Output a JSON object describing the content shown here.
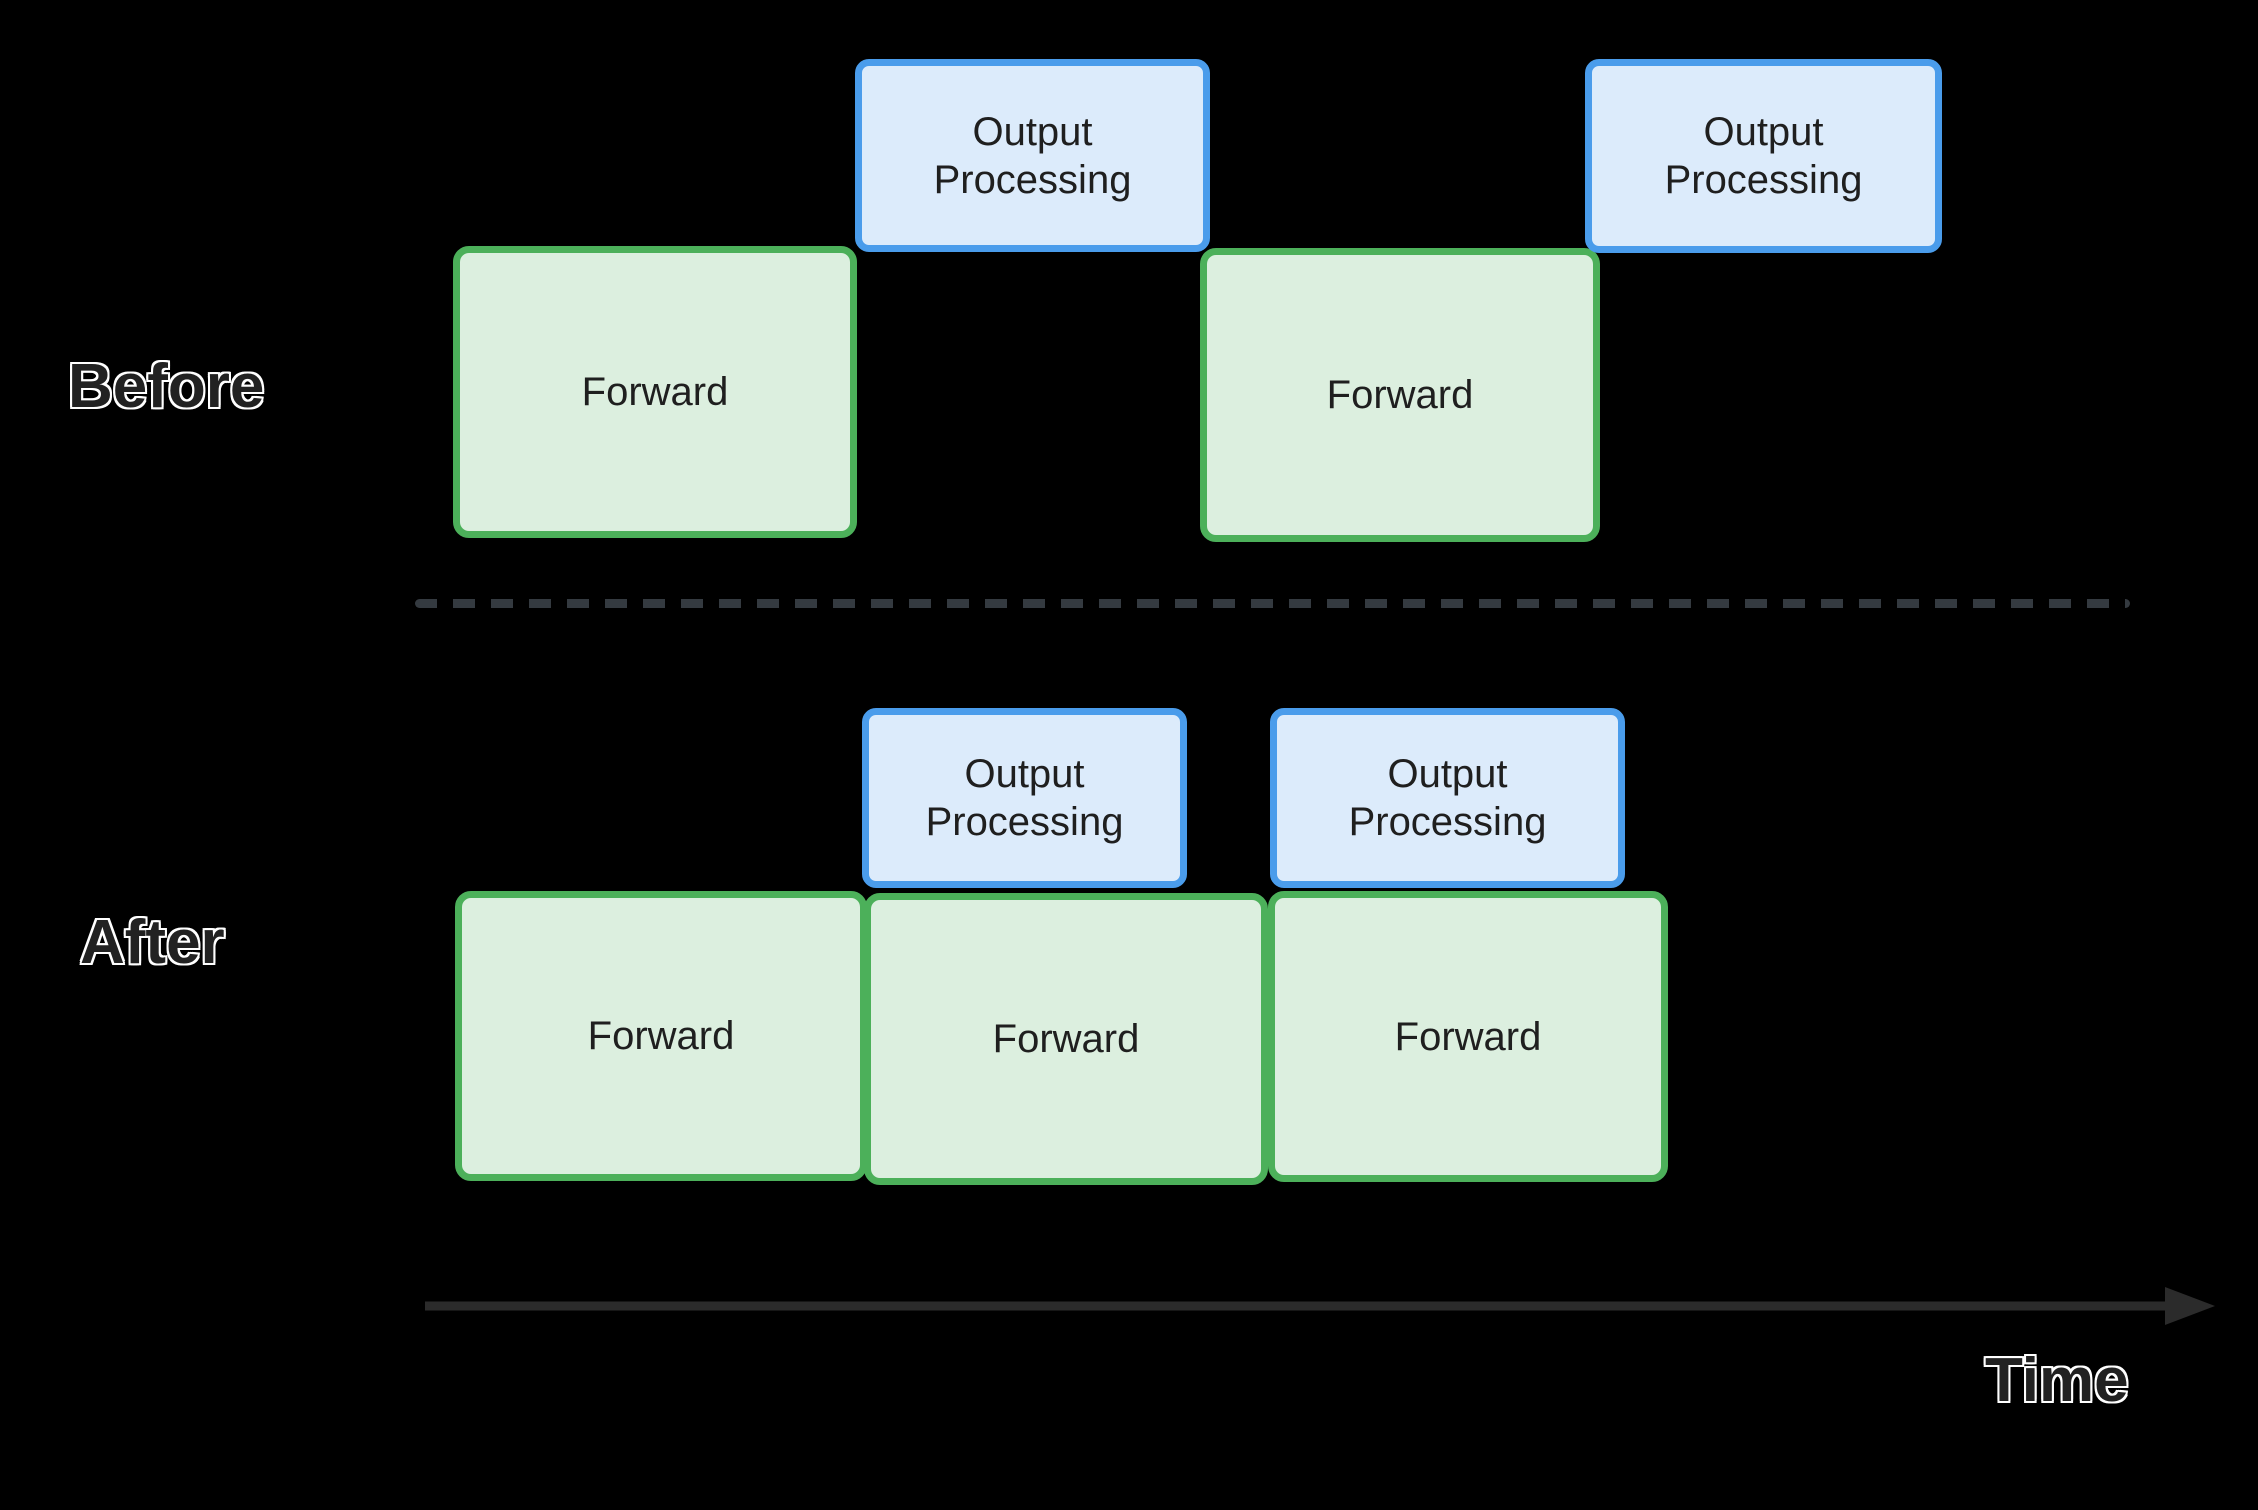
{
  "diagram": {
    "title_implied": "Output processing overlap: Before vs After",
    "background_color": "#000000",
    "colors": {
      "forward_fill": "#dcefdf",
      "forward_border": "#4cb05a",
      "output_fill": "#dcebfb",
      "output_border": "#4a9ceb",
      "divider": "#343a40",
      "axis": "#2b2b2b",
      "label_text": "#222222",
      "label_outline": "#ffffff"
    }
  },
  "rows": {
    "before": {
      "label": "Before",
      "forward_blocks": [
        {
          "label": "Forward"
        },
        {
          "label": "Forward"
        }
      ],
      "output_blocks": [
        {
          "label": "Output\nProcessing"
        },
        {
          "label": "Output\nProcessing"
        }
      ]
    },
    "after": {
      "label": "After",
      "forward_blocks": [
        {
          "label": "Forward"
        },
        {
          "label": "Forward"
        },
        {
          "label": "Forward"
        }
      ],
      "output_blocks": [
        {
          "label": "Output\nProcessing"
        },
        {
          "label": "Output\nProcessing"
        }
      ]
    }
  },
  "axis": {
    "label": "Time",
    "direction": "left-to-right",
    "arrowhead": "right"
  }
}
